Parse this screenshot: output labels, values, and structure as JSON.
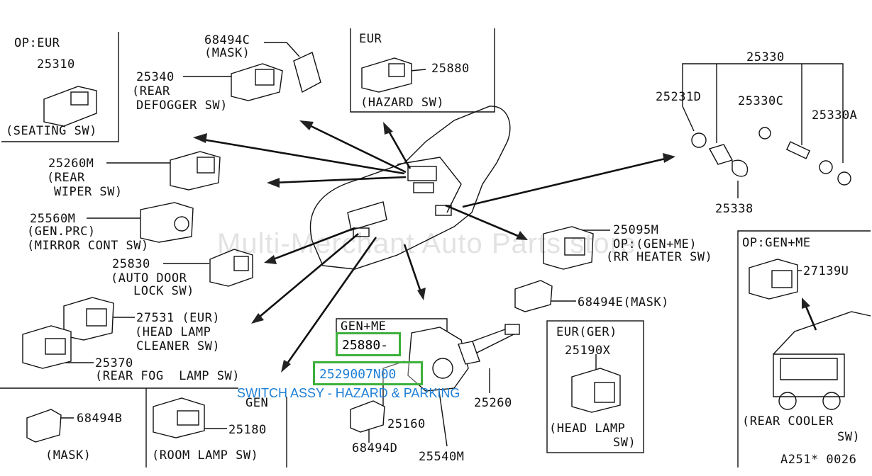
{
  "diagram": {
    "labels": {
      "op_eur": "OP:EUR",
      "p25310": "25310",
      "seating_sw": "(SEATING SW)",
      "p68494c": "68494C",
      "mask_c": "(MASK)",
      "p25340": "25340",
      "rear": "(REAR",
      "defogger_sw": "DEFOGGER SW)",
      "eur_top": "EUR",
      "p25880_top": "25880",
      "hazard_sw": "(HAZARD SW)",
      "p25330": "25330",
      "p25231d": "25231D",
      "p25330c": "25330C",
      "p25330a": "25330A",
      "p25338": "25338",
      "p25260m": "25260M",
      "rear_w": "(REAR",
      "wiper_sw": "WIPER SW)",
      "p25560m": "25560M",
      "gen_prc": "(GEN.PRC)",
      "mirror_cont": "(MIRROR CONT SW)",
      "p25095m": "25095M",
      "op_gen_me": "OP:(GEN+ME)",
      "rr_heater": "(RR HEATER SW)",
      "p25830": "25830",
      "auto_door": "(AUTO DOOR",
      "lock_sw": "LOCK SW)",
      "op_gen_me_right": "OP:GEN+ME",
      "p27139u": "27139U",
      "p27531": "27531 (EUR)",
      "head_lamp": "(HEAD LAMP",
      "cleaner_sw": "CLEANER SW)",
      "p68494e": "68494E(MASK)",
      "p25370": "25370",
      "rear_fog": "(REAR FOG  LAMP SW)",
      "gen_me_box": "GEN+ME",
      "eur_ger": "EUR(GER)",
      "p25190x": "25190X",
      "head_lamp_sw": "(HEAD LAMP",
      "head_lamp_sw2": "SW)",
      "gen_bottom": "GEN",
      "p68494b": "68494B",
      "mask_b": "(MASK)",
      "p25180": "25180",
      "room_lamp": "(ROOM LAMP SW)",
      "p25160": "25160",
      "p68494d": "68494D",
      "p25540m": "25540M",
      "p25260": "25260",
      "rear_cooler": "(REAR COOLER",
      "rear_cooler2": "SW)",
      "ref": "A251* 0026"
    },
    "highlights": {
      "p25880_box": "25880-",
      "p2529007n00": "2529007N00"
    },
    "caption": "SWITCH ASSY - HAZARD & PARKING",
    "watermark": "Multi-Merchant Auto Parts store",
    "colors": {
      "highlight": "#3cb13c",
      "caption": "#1e7fd6",
      "ink": "#111111"
    }
  }
}
